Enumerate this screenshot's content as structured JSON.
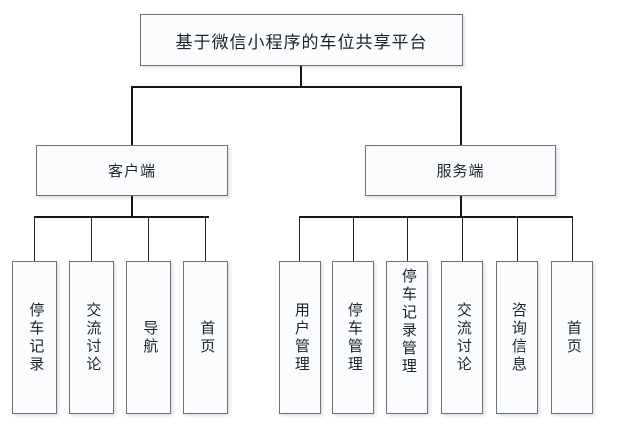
{
  "diagram": {
    "title": "基于微信小程序的车位共享平台",
    "type": "hierarchy-tree",
    "root": {
      "label": "基于微信小程序的车位共享平台"
    },
    "branches": [
      {
        "label": "客户端",
        "children": [
          {
            "label": "停车记录"
          },
          {
            "label": "交流讨论"
          },
          {
            "label": "导航"
          },
          {
            "label": "首页"
          }
        ]
      },
      {
        "label": "服务端",
        "children": [
          {
            "label": "用户管理"
          },
          {
            "label": "停车管理"
          },
          {
            "label": "停车记录管理"
          },
          {
            "label": "交流讨论"
          },
          {
            "label": "咨询信息"
          },
          {
            "label": "首页"
          }
        ]
      }
    ],
    "colors": {
      "box_fill": "#fbfcfe",
      "box_border": "#6d7278",
      "connector": "#14181d",
      "text": "#1b2430",
      "background": "#ffffff"
    }
  }
}
